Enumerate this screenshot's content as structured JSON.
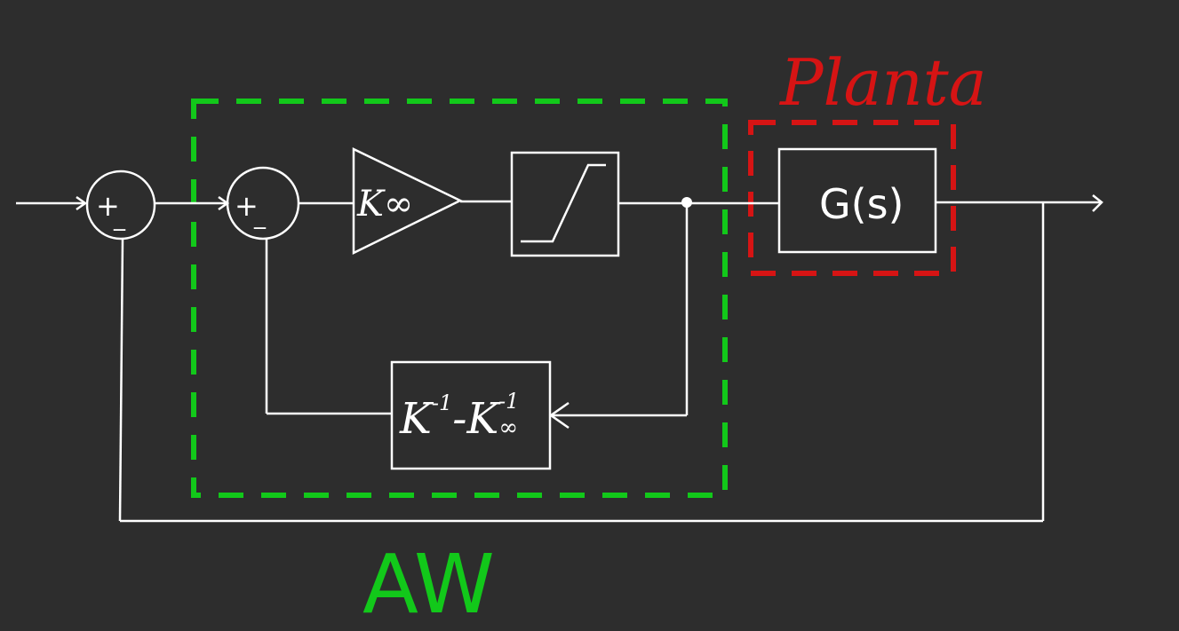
{
  "colors": {
    "background": "#2d2d2d",
    "line": "#ffffff",
    "aw_region": "#12c81a",
    "plant_region": "#d61414"
  },
  "labels": {
    "plant_region": "Planta",
    "aw_region": "AW",
    "gain_block": "K∞",
    "plant_block": "G(s)",
    "feedback_block_k": "K",
    "feedback_block_sup1": "-1",
    "feedback_block_mid": "-K",
    "feedback_block_sub": "∞",
    "feedback_block_sup2": "-1",
    "sum1_plus": "+",
    "sum1_minus": "_",
    "sum2_plus": "+",
    "sum2_minus": "_"
  }
}
